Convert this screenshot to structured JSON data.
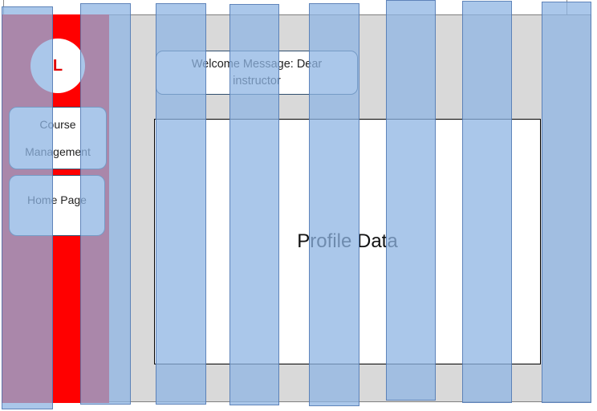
{
  "sidebar": {
    "logo_letter": "L",
    "items": [
      {
        "label_line1": "Course",
        "label_line2": "Management"
      },
      {
        "label": "Home Page"
      }
    ]
  },
  "main": {
    "welcome_message": "Welcome Message: Dear instructor",
    "profile_placeholder": "Profile Data"
  },
  "colors": {
    "sidebar": "#ff0000",
    "content_bg": "#d9d9d9",
    "overlay_stripe": "#8eb4e3"
  }
}
